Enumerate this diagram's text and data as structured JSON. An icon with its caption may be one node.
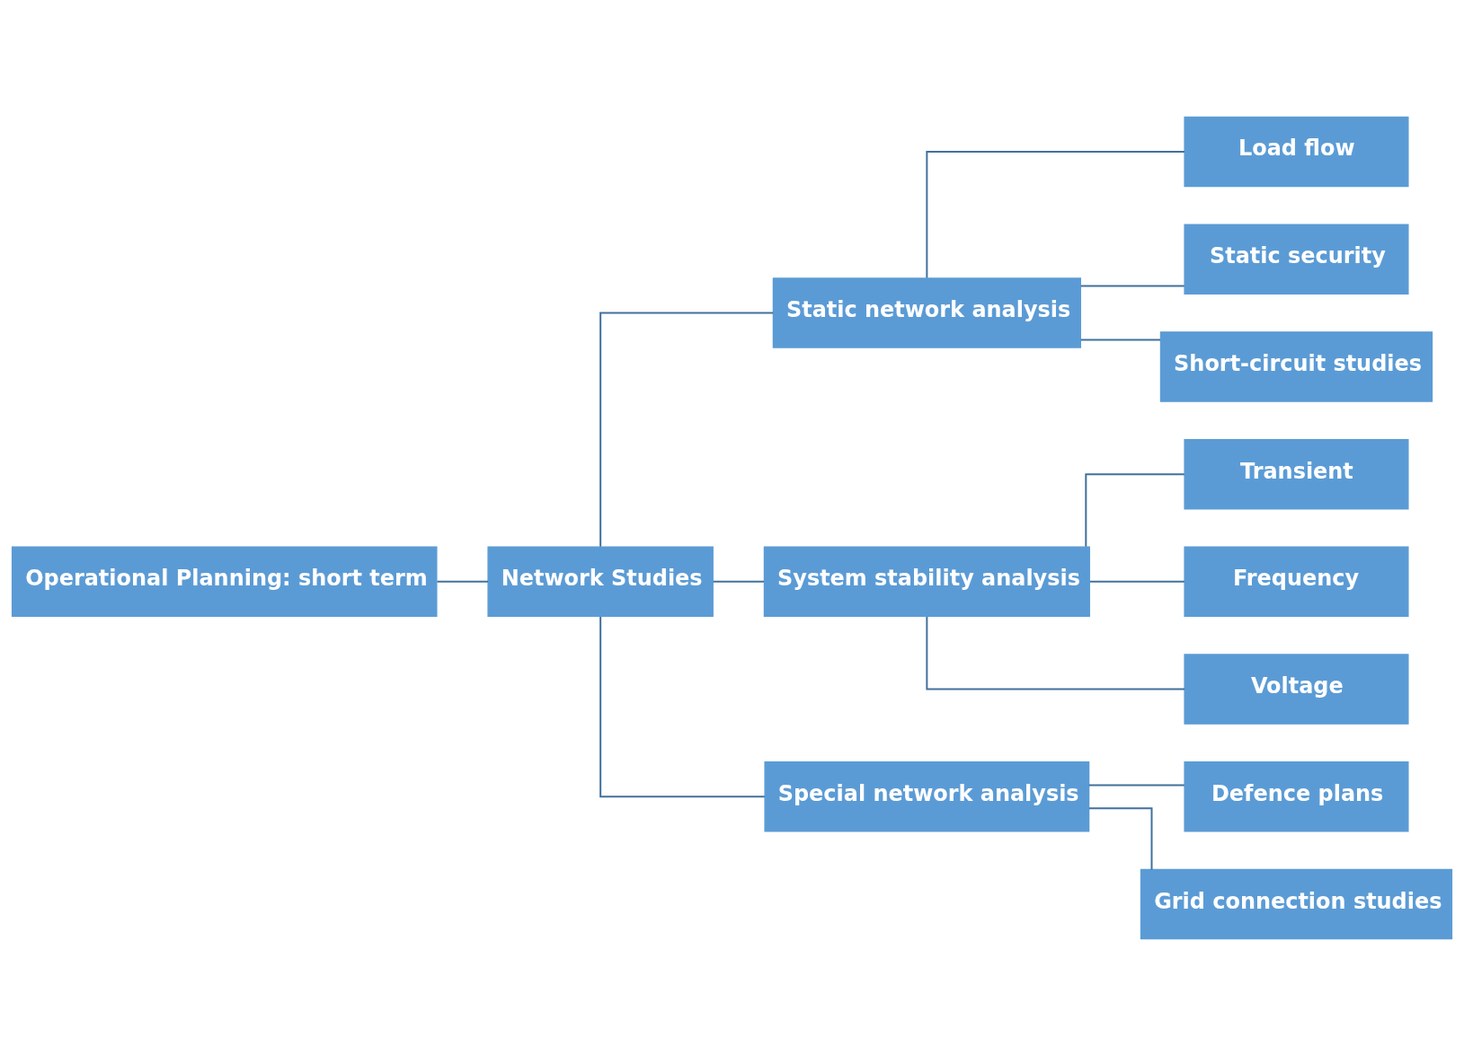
{
  "diagram": {
    "nodes": [
      {
        "text": [
          "Operational Planning: short term"
        ]
      },
      {
        "text": [
          "Network Studies"
        ]
      },
      {
        "text": [
          "Static network analysis"
        ]
      },
      {
        "text": [
          "Load flow"
        ]
      },
      {
        "text": [
          "Static security"
        ]
      },
      {
        "text": [
          "Short-circuit studies"
        ]
      },
      {
        "text": [
          "System stability analysis"
        ]
      },
      {
        "text": [
          "Transient"
        ]
      },
      {
        "text": [
          "Frequency"
        ]
      },
      {
        "text": [
          "Voltage"
        ]
      },
      {
        "text": [
          "Special network analysis"
        ]
      },
      {
        "text": [
          "Defence plans"
        ]
      },
      {
        "text": [
          "Grid connection studies"
        ]
      }
    ],
    "edges": [
      {
        "from": 0,
        "to": 1,
        "arrow": "none"
      },
      {
        "from": 1,
        "to": 2,
        "arrow": "none"
      },
      {
        "from": 1,
        "to": 6,
        "arrow": "none"
      },
      {
        "from": 1,
        "to": 10,
        "arrow": "none"
      },
      {
        "from": 2,
        "to": 3,
        "arrow": "none"
      },
      {
        "from": 2,
        "to": 4,
        "arrow": "none"
      },
      {
        "from": 2,
        "to": 5,
        "arrow": "none"
      },
      {
        "from": 6,
        "to": 7,
        "arrow": "none"
      },
      {
        "from": 6,
        "to": 8,
        "arrow": "none"
      },
      {
        "from": 6,
        "to": 9,
        "arrow": "none"
      },
      {
        "from": 10,
        "to": 11,
        "arrow": "none"
      },
      {
        "from": 10,
        "to": 12,
        "arrow": "none"
      }
    ]
  }
}
